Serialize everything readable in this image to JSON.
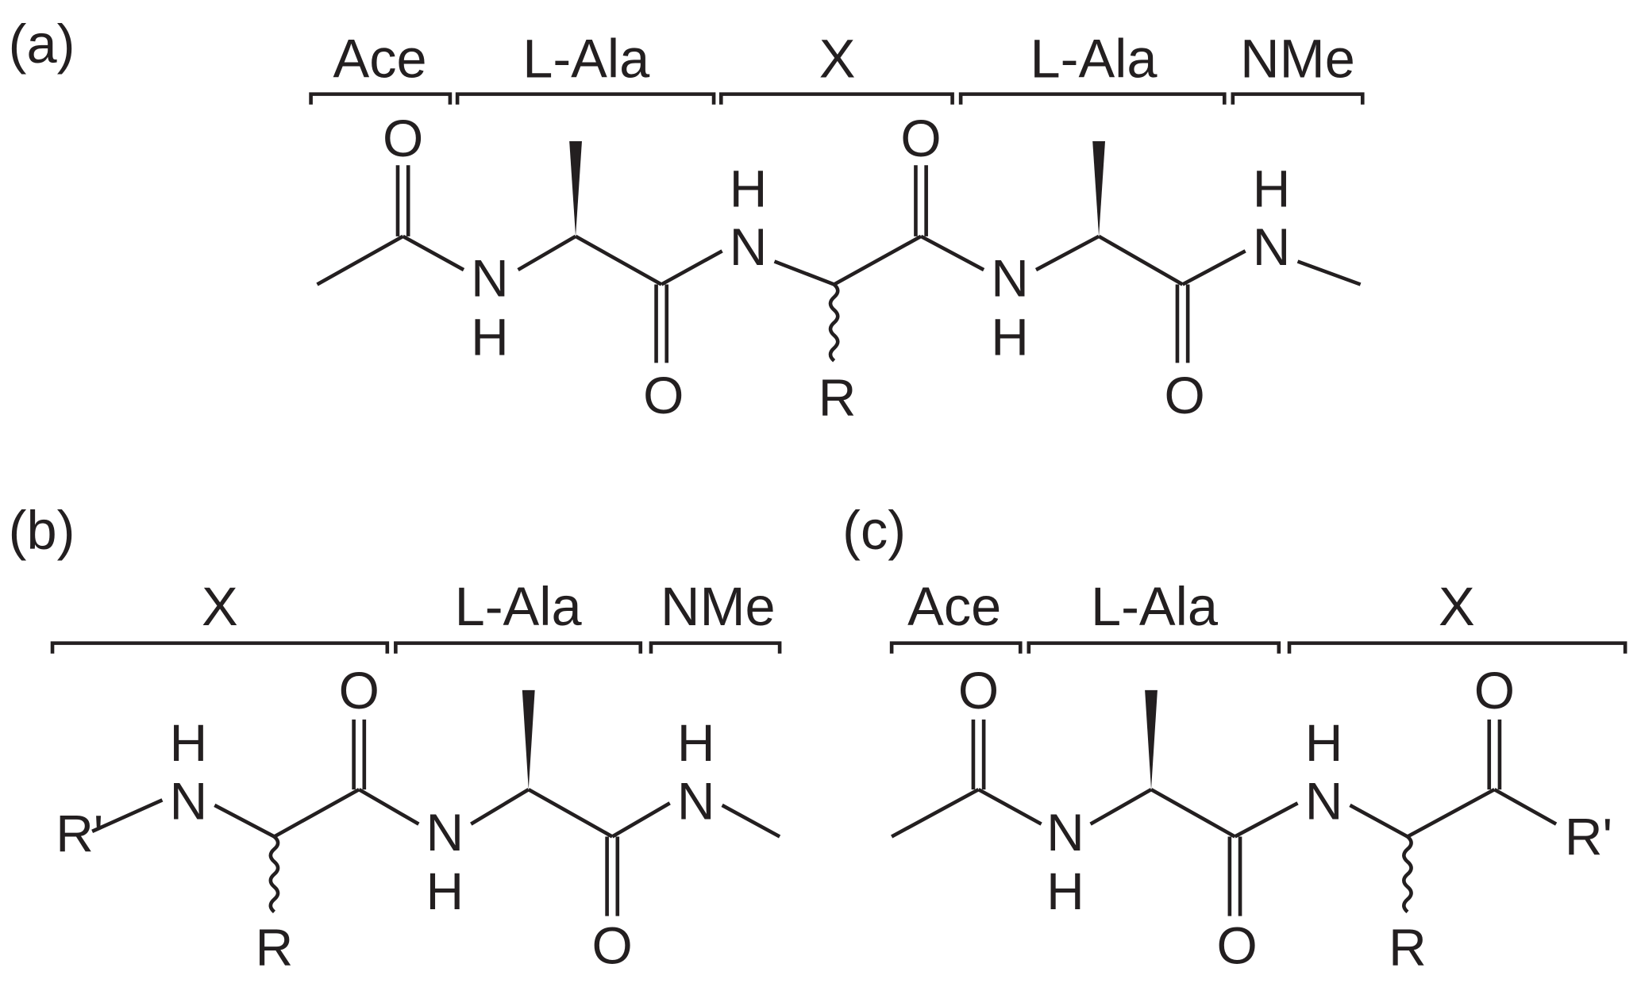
{
  "panels": {
    "a": {
      "label": "(a)",
      "segments": [
        "Ace",
        "L-Ala",
        "X",
        "L-Ala",
        "NMe"
      ],
      "atoms": {
        "o1": "O",
        "n1": "N",
        "h1": "H",
        "o2": "O",
        "n2": "N",
        "h2": "H",
        "r": "R",
        "o3": "O",
        "n3": "N",
        "h3": "H",
        "o4": "O",
        "n4": "N",
        "h4": "H"
      }
    },
    "b": {
      "label": "(b)",
      "segments": [
        "X",
        "L-Ala",
        "NMe"
      ],
      "atoms": {
        "rp": "R'",
        "n1": "N",
        "h1": "H",
        "r": "R",
        "o1": "O",
        "n2": "N",
        "h2": "H",
        "o2": "O",
        "n3": "N",
        "h3": "H"
      }
    },
    "c": {
      "label": "(c)",
      "segments": [
        "Ace",
        "L-Ala",
        "X"
      ],
      "atoms": {
        "o1": "O",
        "n1": "N",
        "h1": "H",
        "o2": "O",
        "n2": "N",
        "h2": "H",
        "r": "R",
        "o3": "O",
        "rp": "R'"
      }
    }
  }
}
